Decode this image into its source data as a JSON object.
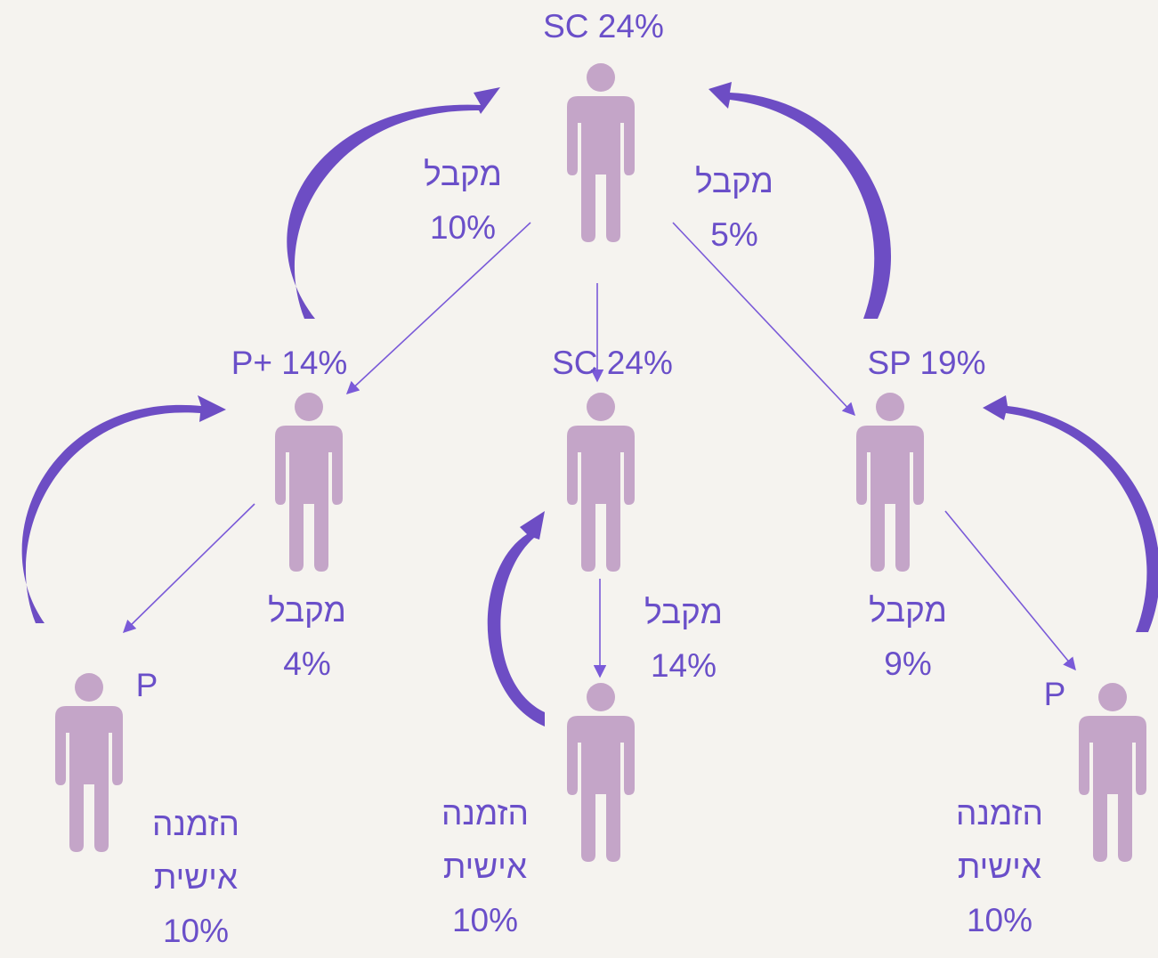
{
  "colors": {
    "background": "#f5f3ef",
    "person": "#c4a5c8",
    "text": "#6a4fc9",
    "arrow": "#7a5ad8",
    "curved_arrow": "#6d4dc4"
  },
  "nodes": {
    "top": {
      "title": "SC 24%"
    },
    "left_mid": {
      "title": "P+ 14%"
    },
    "center_mid": {
      "title": "SC 24%"
    },
    "right_mid": {
      "title": "SP 19%"
    },
    "left_bottom": {
      "title": "P"
    },
    "right_bottom": {
      "title": "P"
    }
  },
  "edge_labels": {
    "top_left": {
      "line1": "מקבל",
      "line2": "10%"
    },
    "top_right": {
      "line1": "מקבל",
      "line2": "5%"
    },
    "left_mid": {
      "line1": "מקבל",
      "line2": "4%"
    },
    "center_mid": {
      "line1": "מקבל",
      "line2": "14%"
    },
    "right_mid": {
      "line1": "מקבל",
      "line2": "9%"
    }
  },
  "bottom_labels": {
    "left": {
      "line1": "הזמנה",
      "line2": "אישית",
      "line3": "10%"
    },
    "center": {
      "line1": "הזמנה",
      "line2": "אישית",
      "line3": "10%"
    },
    "right": {
      "line1": "הזמנה",
      "line2": "אישית",
      "line3": "10%"
    }
  }
}
